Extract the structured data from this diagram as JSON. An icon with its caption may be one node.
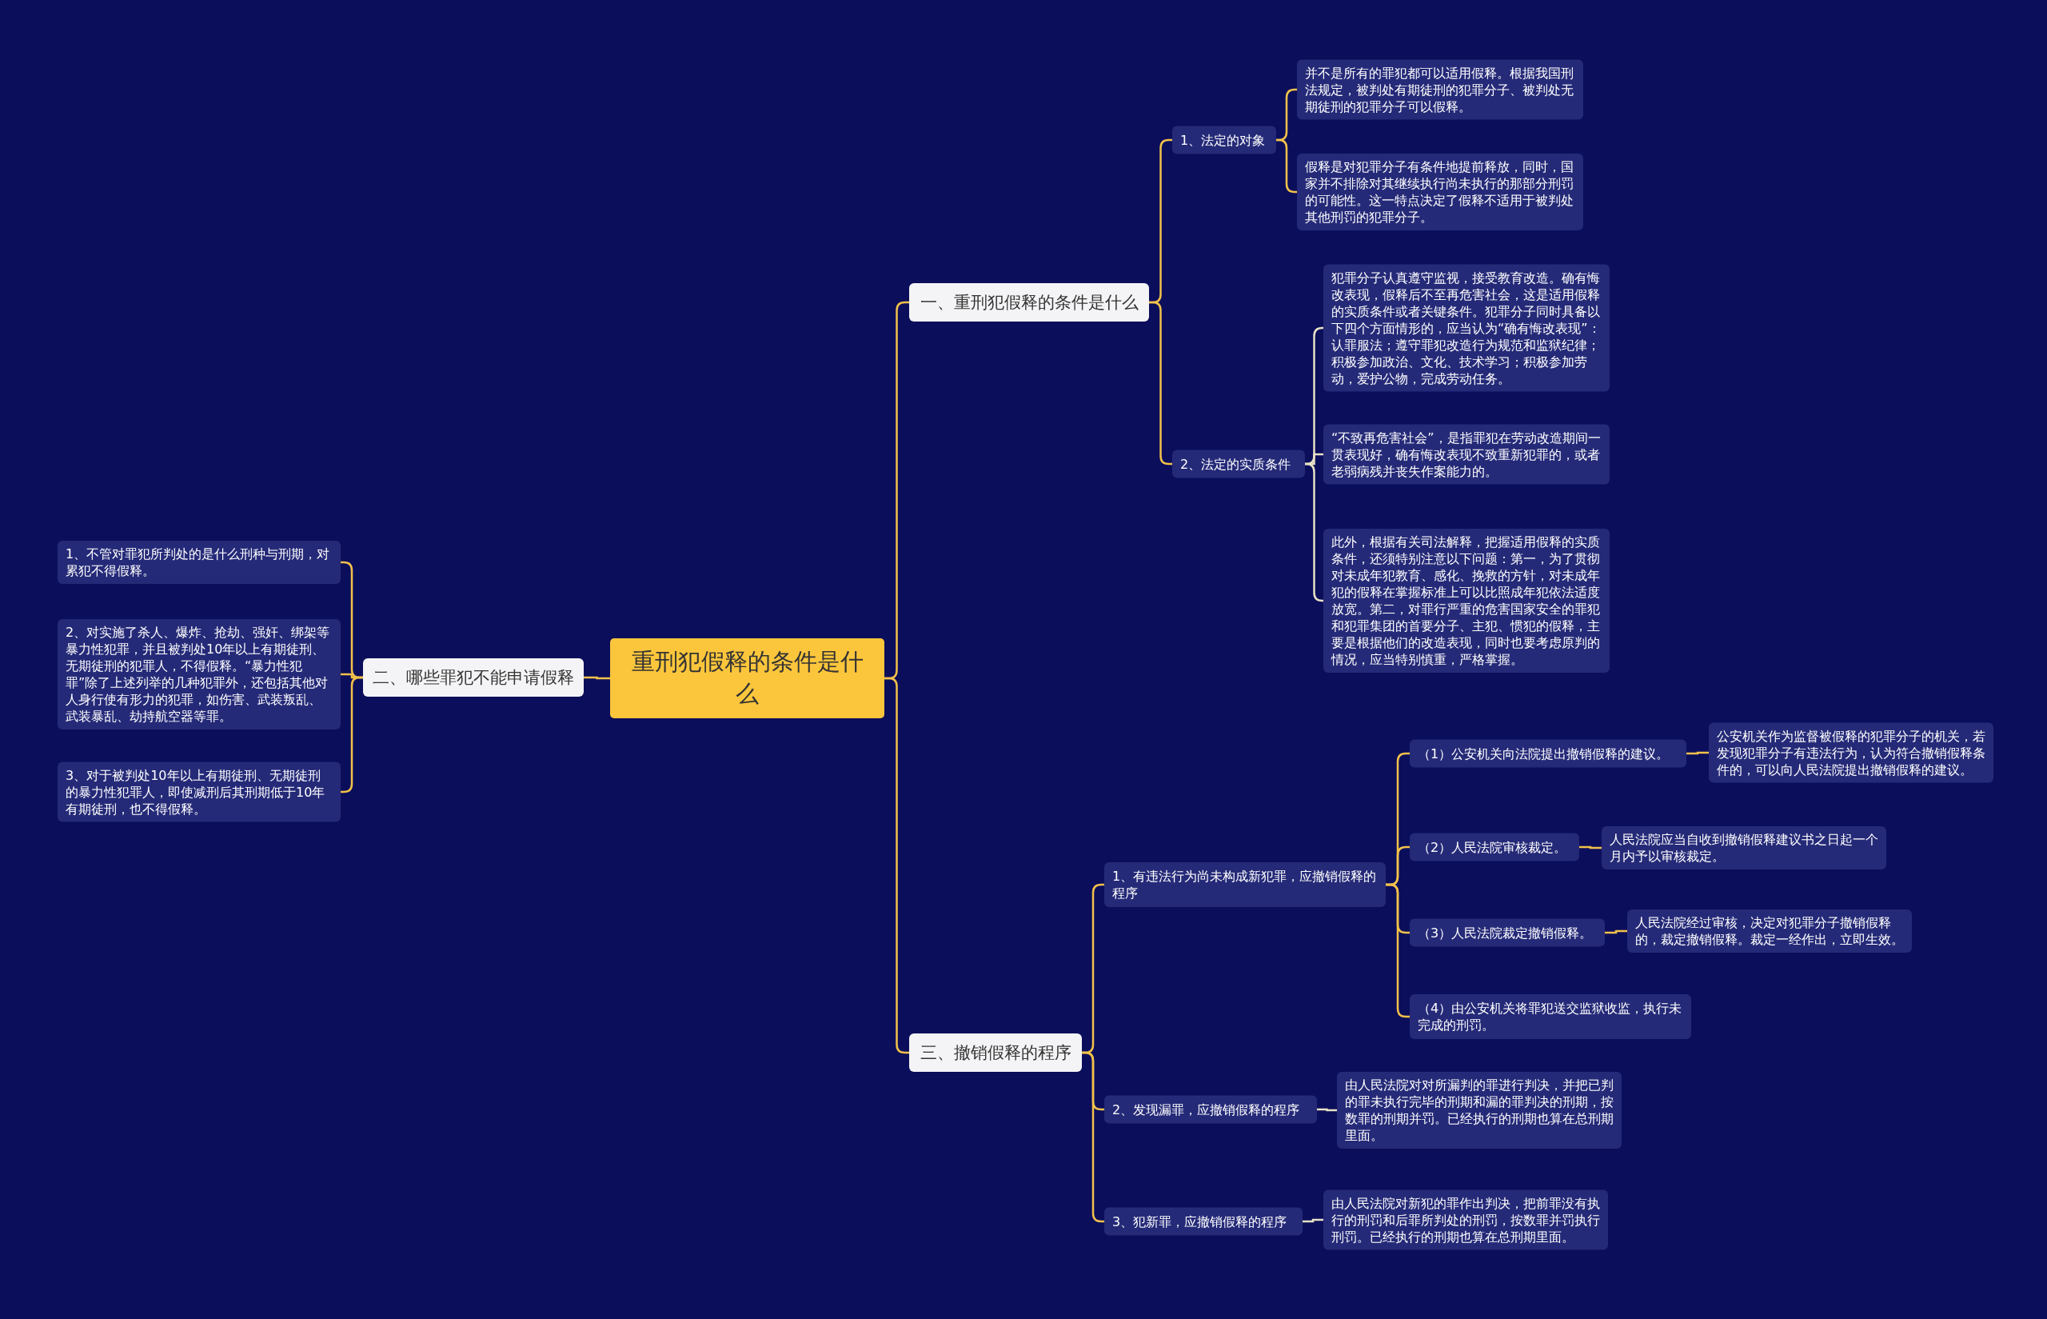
{
  "diagram": {
    "nodes": [
      {
        "text": [
          "重刑犯假释的条件是什么"
        ]
      },
      {
        "text": [
          "一、重刑犯假释的条件是什么"
        ]
      },
      {
        "text": [
          "1、法定的对象"
        ]
      },
      {
        "text": [
          "并不是所有的罪犯都可以适用假释。根据我国刑法规定，被判处有期徒刑的犯罪分子、被判处无期徒刑的犯罪分子可以假释。"
        ]
      },
      {
        "text": [
          "假释是对犯罪分子有条件地提前释放，同时，国家并不排除对其继续执行尚未执行的那部分刑罚的可能性。这一特点决定了假释不适用于被判处其他刑罚的犯罪分子。"
        ]
      },
      {
        "text": [
          "2、法定的实质条件"
        ]
      },
      {
        "text": [
          "犯罪分子认真遵守监视，接受教育改造。确有悔改表现，假释后不至再危害社会，这是适用假释的实质条件或者关键条件。犯罪分子同时具备以下四个方面情形的，应当认为“确有悔改表现”：认罪服法；遵守罪犯改造行为规范和监狱纪律；积极参加政治、文化、技术学习；积极参加劳动，爱护公物，完成劳动任务。"
        ]
      },
      {
        "text": [
          "“不致再危害社会”，是指罪犯在劳动改造期间一贯表现好，确有悔改表现不致重新犯罪的，或者老弱病残并丧失作案能力的。"
        ]
      },
      {
        "text": [
          "此外，根据有关司法解释，把握适用假释的实质条件，还须特别注意以下问题：第一，为了贯彻对未成年犯教育、感化、挽救的方针，对未成年犯的假释在掌握标准上可以比照成年犯依法适度放宽。第二，对罪行严重的危害国家安全的罪犯和犯罪集团的首要分子、主犯、惯犯的假释，主要是根据他们的改造表现，同时也要考虑原判的情况，应当特别慎重，严格掌握。"
        ]
      },
      {
        "text": [
          "三、撤销假释的程序"
        ]
      },
      {
        "text": [
          "1、有违法行为尚未构成新犯罪，应撤销假释的程序"
        ]
      },
      {
        "text": [
          "（1）公安机关向法院提出撤销假释的建议。"
        ]
      },
      {
        "text": [
          "公安机关作为监督被假释的犯罪分子的机关，若发现犯罪分子有违法行为，认为符合撤销假释条件的，可以向人民法院提出撤销假释的建议。"
        ]
      },
      {
        "text": [
          "（2）人民法院审核裁定。"
        ]
      },
      {
        "text": [
          "人民法院应当自收到撤销假释建议书之日起一个月内予以审核裁定。"
        ]
      },
      {
        "text": [
          "（3）人民法院裁定撤销假释。"
        ]
      },
      {
        "text": [
          "人民法院经过审核，决定对犯罪分子撤销假释的，裁定撤销假释。裁定一经作出，立即生效。"
        ]
      },
      {
        "text": [
          "（4）由公安机关将罪犯送交监狱收监，执行未完成的刑罚。"
        ]
      },
      {
        "text": [
          "2、发现漏罪，应撤销假释的程序"
        ]
      },
      {
        "text": [
          "由人民法院对对所漏判的罪进行判决，并把已判的罪未执行完毕的刑期和漏的罪判决的刑期，按数罪的刑期并罚。已经执行的刑期也算在总刑期里面。"
        ]
      },
      {
        "text": [
          "3、犯新罪，应撤销假释的程序"
        ]
      },
      {
        "text": [
          "由人民法院对新犯的罪作出判决，把前罪没有执行的刑罚和后罪所判处的刑罚，按数罪并罚执行刑罚。已经执行的刑期也算在总刑期里面。"
        ]
      },
      {
        "text": [
          "二、哪些罪犯不能申请假释"
        ]
      },
      {
        "text": [
          "1、不管对罪犯所判处的是什么刑种与刑期，对累犯不得假释。"
        ]
      },
      {
        "text": [
          "2、对实施了杀人、爆炸、抢劫、强奸、绑架等暴力性犯罪，并且被判处10年以上有期徒刑、无期徒刑的犯罪人，不得假释。“暴力性犯罪”除了上述列举的几种犯罪外，还包括其他对人身行使有形力的犯罪，如伤害、武装叛乱、武装暴乱、劫持航空器等罪。"
        ]
      },
      {
        "text": [
          "3、对于被判处10年以上有期徒刑、无期徒刑的暴力性犯罪人，即使减刑后其刑期低于10年有期徒刑，也不得假释。"
        ]
      }
    ],
    "edges": [
      {
        "from": 0,
        "to": 1,
        "arrow": "none"
      },
      {
        "from": 1,
        "to": 2,
        "arrow": "none"
      },
      {
        "from": 2,
        "to": 3,
        "arrow": "none"
      },
      {
        "from": 2,
        "to": 4,
        "arrow": "none"
      },
      {
        "from": 1,
        "to": 5,
        "arrow": "none"
      },
      {
        "from": 5,
        "to": 6,
        "arrow": "none",
        "color": "#e8e2c6"
      },
      {
        "from": 5,
        "to": 7,
        "arrow": "none",
        "color": "#e8e2c6"
      },
      {
        "from": 5,
        "to": 8,
        "arrow": "none",
        "color": "#e8e2c6"
      },
      {
        "from": 0,
        "to": 9,
        "arrow": "none"
      },
      {
        "from": 9,
        "to": 10,
        "arrow": "none"
      },
      {
        "from": 10,
        "to": 11,
        "arrow": "none"
      },
      {
        "from": 11,
        "to": 12,
        "arrow": "none"
      },
      {
        "from": 10,
        "to": 13,
        "arrow": "none"
      },
      {
        "from": 13,
        "to": 14,
        "arrow": "none"
      },
      {
        "from": 10,
        "to": 15,
        "arrow": "none"
      },
      {
        "from": 15,
        "to": 16,
        "arrow": "none"
      },
      {
        "from": 10,
        "to": 17,
        "arrow": "none"
      },
      {
        "from": 9,
        "to": 18,
        "arrow": "none"
      },
      {
        "from": 18,
        "to": 19,
        "arrow": "none",
        "color": "#e8e2c6"
      },
      {
        "from": 9,
        "to": 20,
        "arrow": "none"
      },
      {
        "from": 20,
        "to": 21,
        "arrow": "none",
        "color": "#e8e2c6"
      },
      {
        "from": 0,
        "to": 22,
        "arrow": "none"
      },
      {
        "from": 22,
        "to": 23,
        "arrow": "none"
      },
      {
        "from": 22,
        "to": 24,
        "arrow": "none"
      },
      {
        "from": 22,
        "to": 25,
        "arrow": "none"
      }
    ]
  }
}
